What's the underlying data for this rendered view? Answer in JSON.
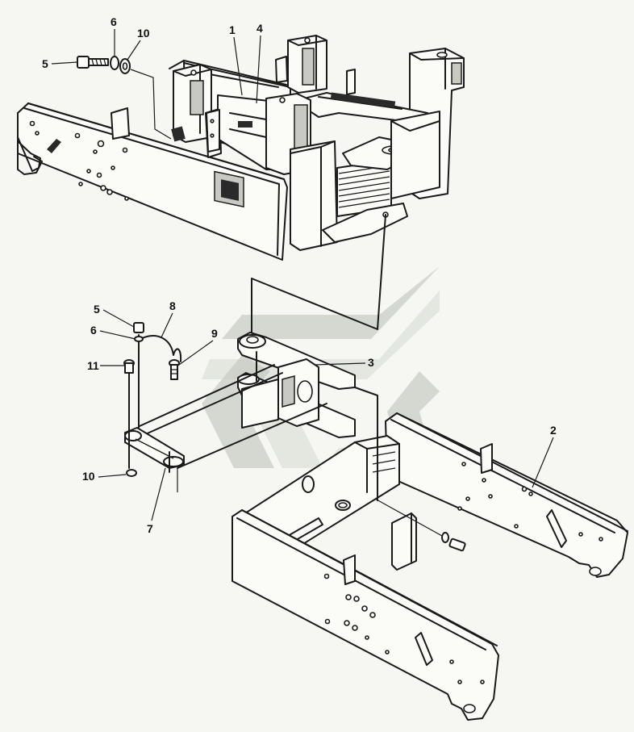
{
  "callouts": {
    "top_5": "5",
    "top_6": "6",
    "top_10": "10",
    "top_1": "1",
    "top_4": "4",
    "mid_5": "5",
    "mid_8": "8",
    "mid_6": "6",
    "mid_9": "9",
    "mid_11": "11",
    "mid_3": "3",
    "mid_2": "2",
    "bot_10": "10",
    "bot_7": "7"
  }
}
